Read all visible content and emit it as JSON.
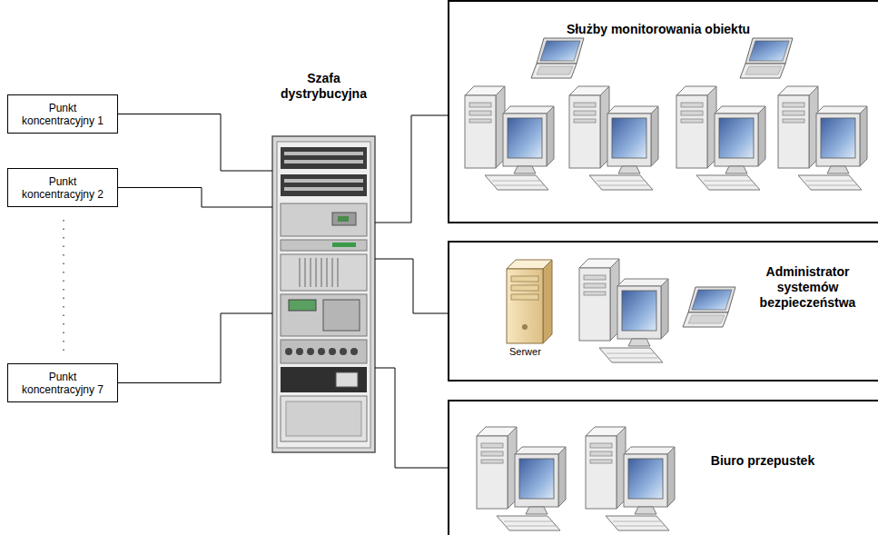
{
  "diagram": {
    "nodes": [
      {
        "text": [
          "Punkt koncentracyjny 1"
        ]
      },
      {
        "text": [
          "Punkt koncentracyjny 2"
        ]
      },
      {
        "text": [
          "Punkt koncentracyjny 7"
        ]
      },
      {
        "text": [
          "Szafa dystrybucyjna"
        ]
      },
      {
        "text": [
          "Służby monitorowania obiektu"
        ]
      },
      {
        "text": [
          "Administrator systemów bezpieczeństwa"
        ]
      },
      {
        "text": [
          "Biuro przepustek"
        ]
      }
    ],
    "edges": [
      {
        "from": 0,
        "to": 3,
        "arrow": "none"
      },
      {
        "from": 1,
        "to": 3,
        "arrow": "none"
      },
      {
        "from": 2,
        "to": 3,
        "arrow": "none"
      },
      {
        "from": 3,
        "to": 4,
        "arrow": "none"
      },
      {
        "from": 3,
        "to": 5,
        "arrow": "none"
      },
      {
        "from": 3,
        "to": 6,
        "arrow": "none"
      }
    ],
    "labels": [
      "Serwer"
    ]
  }
}
